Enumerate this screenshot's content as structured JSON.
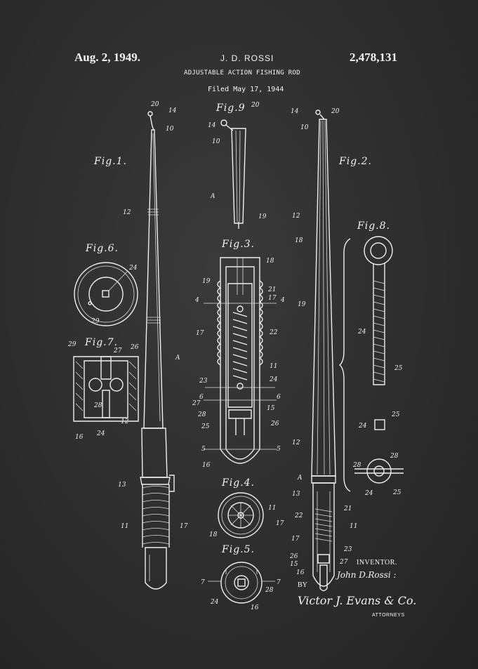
{
  "header": {
    "date": "Aug. 2, 1949.",
    "inventor_name": "J. D. ROSSI",
    "patent_number": "2,478,131",
    "title": "ADJUSTABLE ACTION FISHING ROD",
    "filed": "Filed May 17, 1944"
  },
  "figures": {
    "fig1": "Fig.1.",
    "fig2": "Fig.2.",
    "fig3": "Fig.3.",
    "fig4": "Fig.4.",
    "fig5": "Fig.5.",
    "fig6": "Fig.6.",
    "fig7": "Fig.7.",
    "fig8": "Fig.8.",
    "fig9": "Fig.9"
  },
  "signature": {
    "inventor_label": "INVENTOR.",
    "inventor_sig": "John D.Rossi :",
    "by": "BY",
    "attorney_sig": "Victor J. Evans & Co.",
    "attorneys_label": "ATTORNEYS"
  },
  "callouts": {
    "n20": "20",
    "n14": "14",
    "n10": "10",
    "n12": "12",
    "nA": "A",
    "n13": "13",
    "n11": "11",
    "n17": "17",
    "n18": "18",
    "n19": "19",
    "n21": "21",
    "n22": "22",
    "n23": "23",
    "n24": "24",
    "n25": "25",
    "n26": "26",
    "n27": "27",
    "n28": "28",
    "n29": "29",
    "n15": "15",
    "n16": "16",
    "n4": "4",
    "n5": "5",
    "n6": "6",
    "n7": "7"
  },
  "colors": {
    "background": "#2d2d2d",
    "chalk": "#eeeeee"
  }
}
